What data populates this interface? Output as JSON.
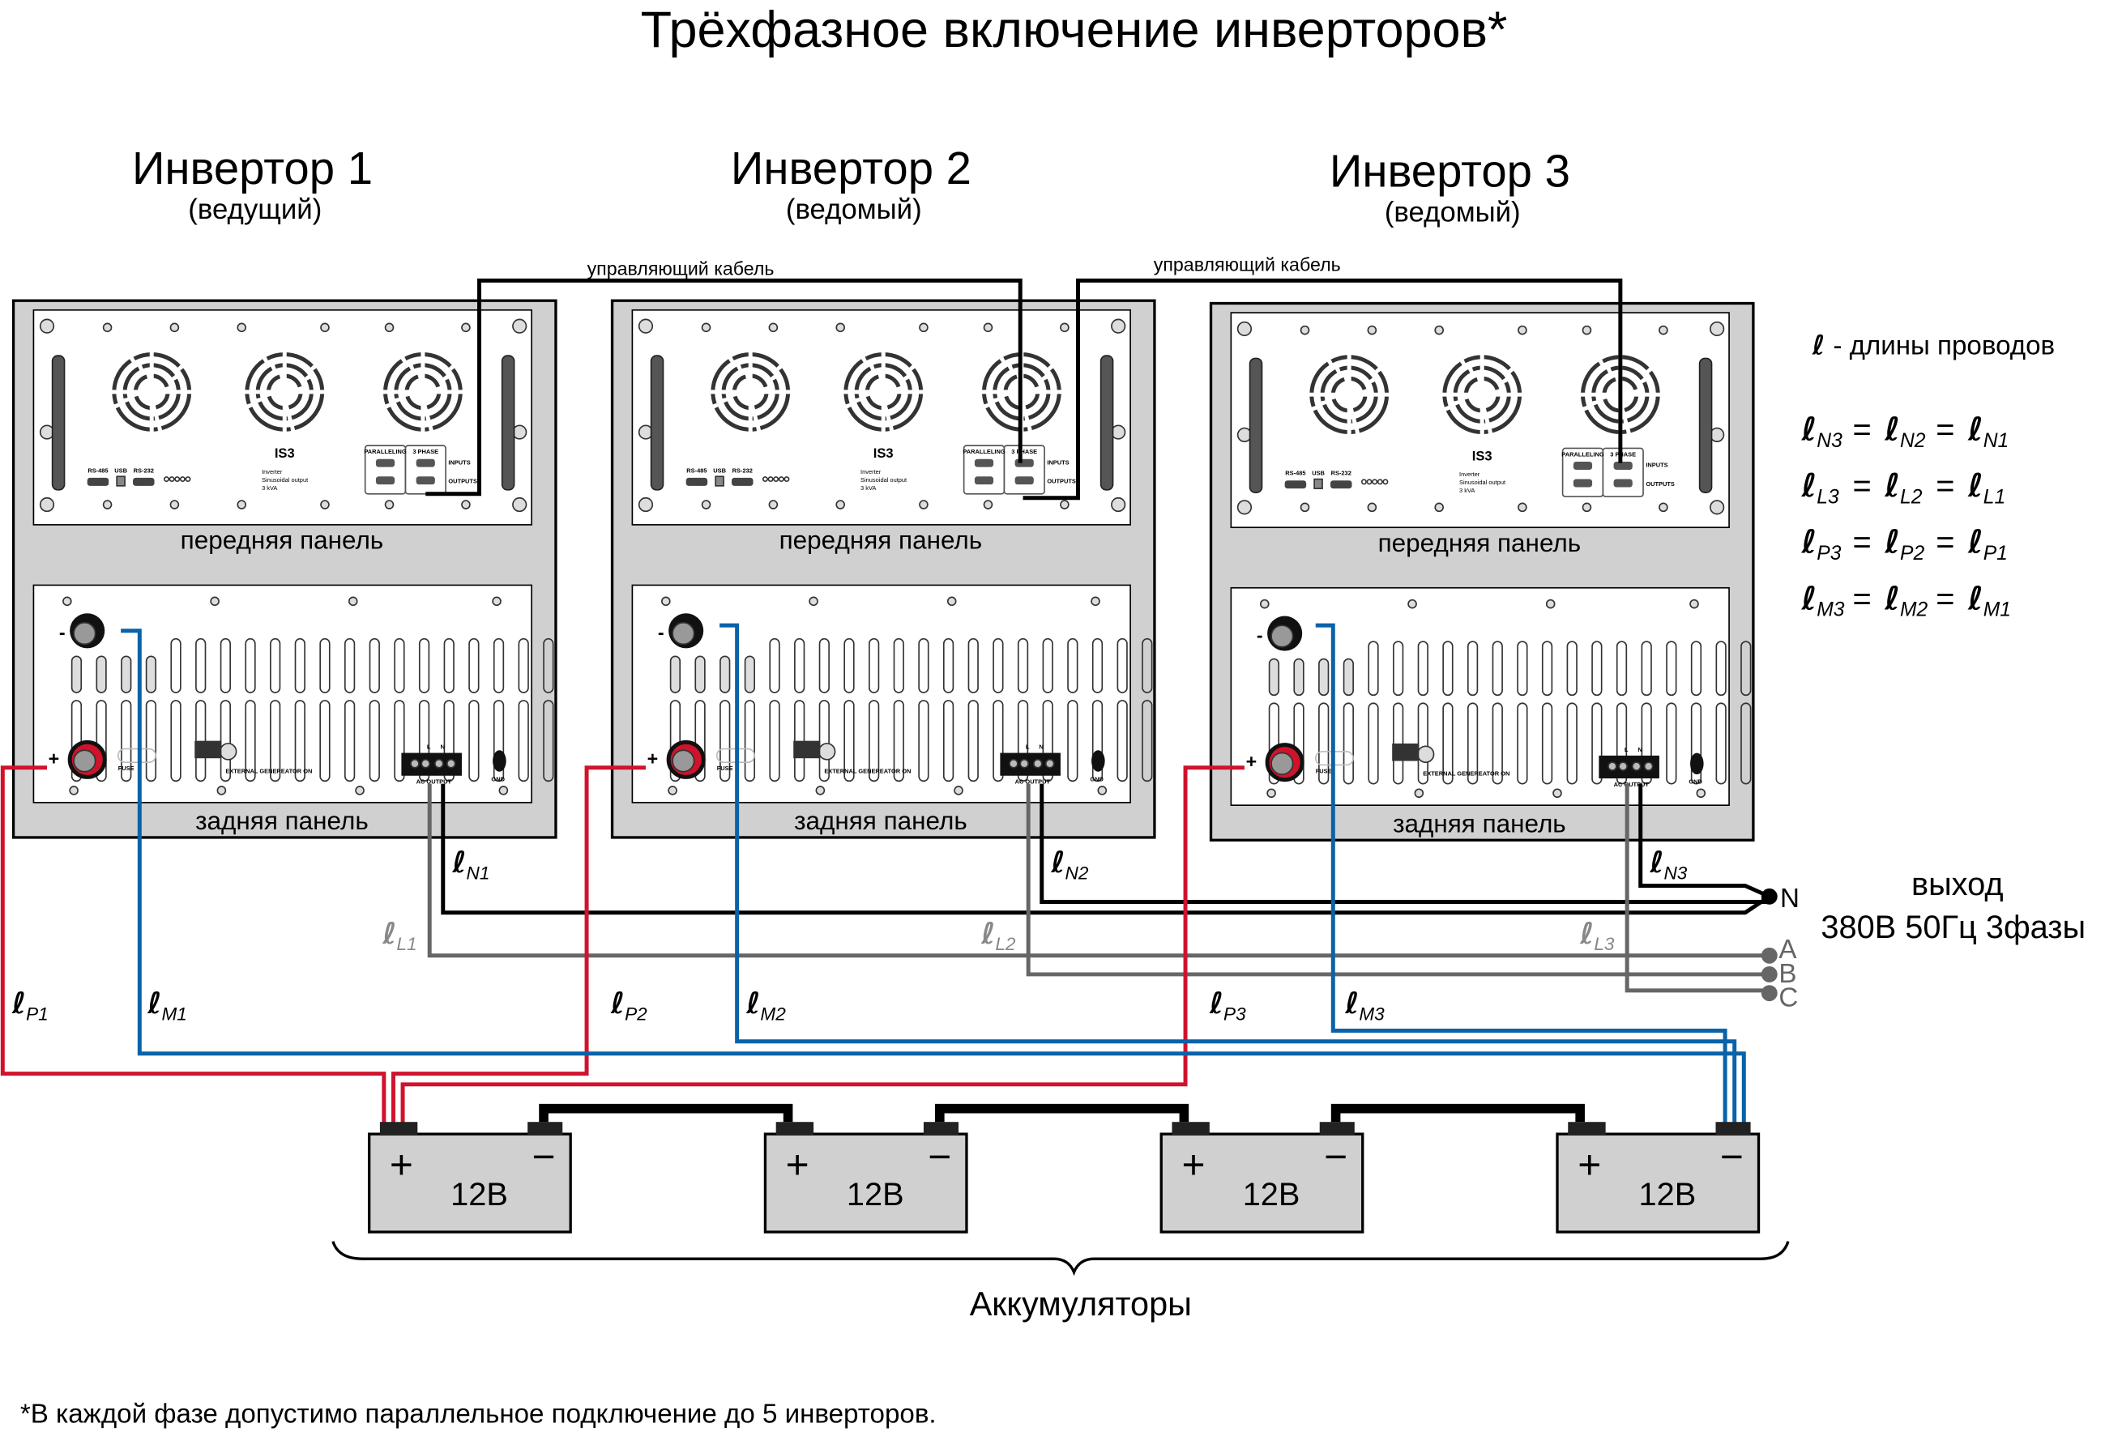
{
  "title": "Трёхфазное включение инверторов*",
  "inverters": [
    {
      "name": "Инвертор 1",
      "role": "(ведущий)"
    },
    {
      "name": "Инвертор 2",
      "role": "(ведомый)"
    },
    {
      "name": "Инвертор 3",
      "role": "(ведомый)"
    }
  ],
  "panel": {
    "front_label": "передняя панель",
    "rear_label": "задняя панель",
    "model": "IS3",
    "desc": [
      "Inverter",
      "Sinusoidal output",
      "3 kVA"
    ],
    "ports": [
      "RS-485",
      "USB",
      "RS-232"
    ],
    "paralleling": "PARALLELING",
    "three_phase": "3 PHASE",
    "inputs": "INPUTS",
    "outputs": "OUTPUTS",
    "fuse": "FUSE",
    "ext_gen": "EXTERNAL GENEREATOR ON",
    "ac_output": "AC OUTPUT",
    "l": "L",
    "n": "N",
    "gnd": "GND",
    "minus": "-",
    "plus": "+"
  },
  "control_cable": "управляющий кабель",
  "wire_labels": {
    "ell": "ℓ",
    "N": [
      "N1",
      "N2",
      "N3"
    ],
    "L": [
      "L1",
      "L2",
      "L3"
    ],
    "P": [
      "P1",
      "P2",
      "P3"
    ],
    "M": [
      "M1",
      "M2",
      "M3"
    ]
  },
  "legend": {
    "ell_desc": "- длины проводов",
    "equations": [
      [
        "N3",
        "N2",
        "N1"
      ],
      [
        "L3",
        "L2",
        "L1"
      ],
      [
        "P3",
        "P2",
        "P1"
      ],
      [
        "M3",
        "M2",
        "M1"
      ]
    ],
    "eq": "="
  },
  "output": {
    "label": "выход",
    "spec": "380В 50Гц 3фазы",
    "terminals": [
      "N",
      "A",
      "B",
      "C"
    ]
  },
  "batteries": {
    "items": [
      "12В",
      "12В",
      "12В",
      "12В"
    ],
    "plus": "+",
    "minus": "−",
    "caption": "Аккумуляторы"
  },
  "footnote": "*В каждой фазе допустимо параллельное подключение до 5 инверторов.",
  "colors": {
    "positive": "#d0122d",
    "negative": "#0a62a8",
    "neutral": "#000000",
    "phase": "#666666",
    "case": "#d0d0d0"
  }
}
